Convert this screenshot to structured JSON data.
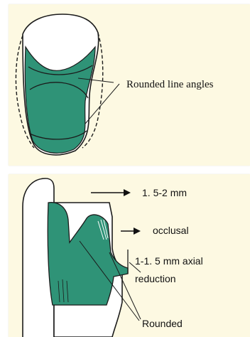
{
  "colors": {
    "background": "#fdf9e2",
    "fill": "#2f9377",
    "ink": "#111111"
  },
  "top_diagram": {
    "label": "Rounded line angles"
  },
  "bottom_diagram": {
    "labels": [
      "1. 5-2 mm",
      "occlusal",
      "1-1. 5 mm axial",
      "reduction",
      "Rounded"
    ]
  }
}
